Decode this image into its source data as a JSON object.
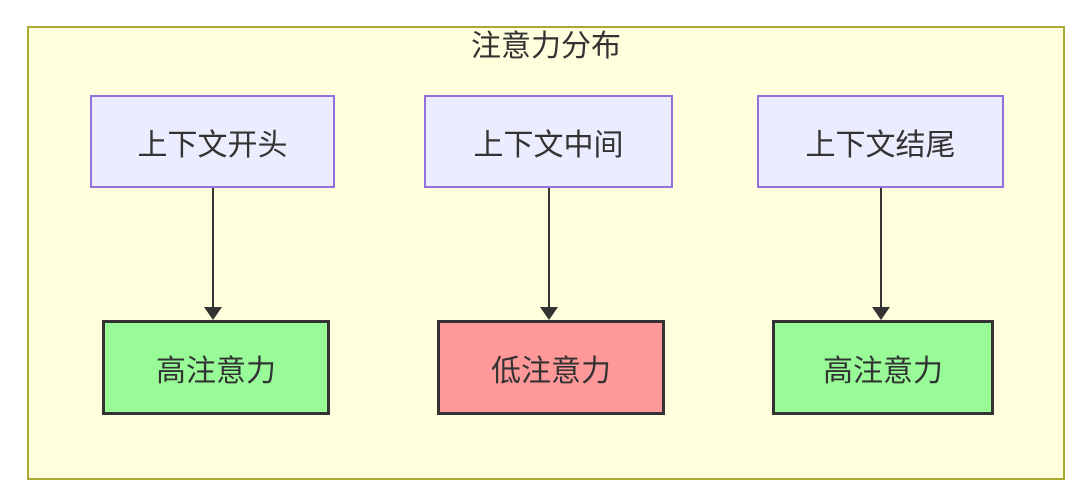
{
  "diagram": {
    "title": "注意力分布",
    "container": {
      "fill": "#ffffde",
      "border_color": "#aaaa33"
    },
    "text_color": "#333333",
    "edge_color": "#333333",
    "top_nodes": [
      {
        "label": "上下文开头",
        "fill": "#ececff",
        "border_color": "#9370db"
      },
      {
        "label": "上下文中间",
        "fill": "#ececff",
        "border_color": "#9370db"
      },
      {
        "label": "上下文结尾",
        "fill": "#ececff",
        "border_color": "#9370db"
      }
    ],
    "bottom_nodes": [
      {
        "label": "高注意力",
        "fill": "#98fb98",
        "border_color": "#333333"
      },
      {
        "label": "低注意力",
        "fill": "#ff9999",
        "border_color": "#333333"
      },
      {
        "label": "高注意力",
        "fill": "#98fb98",
        "border_color": "#333333"
      }
    ],
    "edges": [
      {
        "from": "上下文开头",
        "to": "高注意力"
      },
      {
        "from": "上下文中间",
        "to": "低注意力"
      },
      {
        "from": "上下文结尾",
        "to": "高注意力"
      }
    ]
  }
}
